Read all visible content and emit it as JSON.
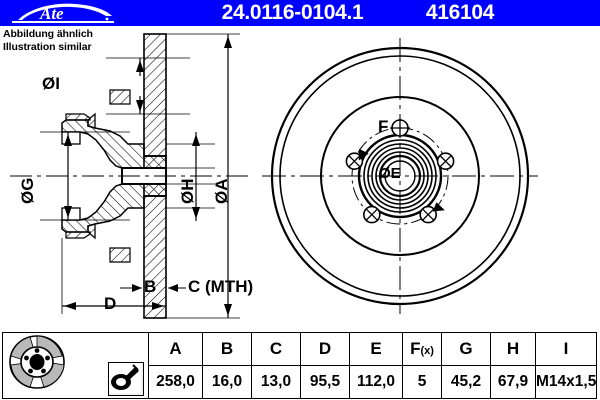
{
  "header": {
    "logo_alt": "ATE",
    "part_number": "24.0116-0104.1",
    "reference_code": "416104",
    "background_color": "#0000FF",
    "text_color": "#FFFFFF"
  },
  "note": {
    "line_de": "Abbildung ähnlich",
    "line_en": "Illustration similar"
  },
  "drawing": {
    "section_view": {
      "labels": {
        "bore_i": "ØI",
        "bore_g": "ØG",
        "hub_h": "ØH",
        "outer_a": "ØA",
        "thickness_b": "B",
        "min_thickness_c": "C (MTH)",
        "overall_d": "D"
      }
    },
    "front_view": {
      "labels": {
        "bolt_hole_f": "F",
        "center_bore_e": "ØE"
      },
      "bolt_hole_count": 5
    }
  },
  "table": {
    "icons": {
      "disc": "brake-disc-icon",
      "tool": "caliper-measure-icon"
    },
    "headers": [
      "A",
      "B",
      "C",
      "D",
      "E",
      "F",
      "G",
      "H",
      "I"
    ],
    "header_f_suffix": "(x)",
    "values": [
      "258,0",
      "16,0",
      "13,0",
      "95,5",
      "112,0",
      "5",
      "45,2",
      "67,9",
      "M14x1,5"
    ]
  }
}
